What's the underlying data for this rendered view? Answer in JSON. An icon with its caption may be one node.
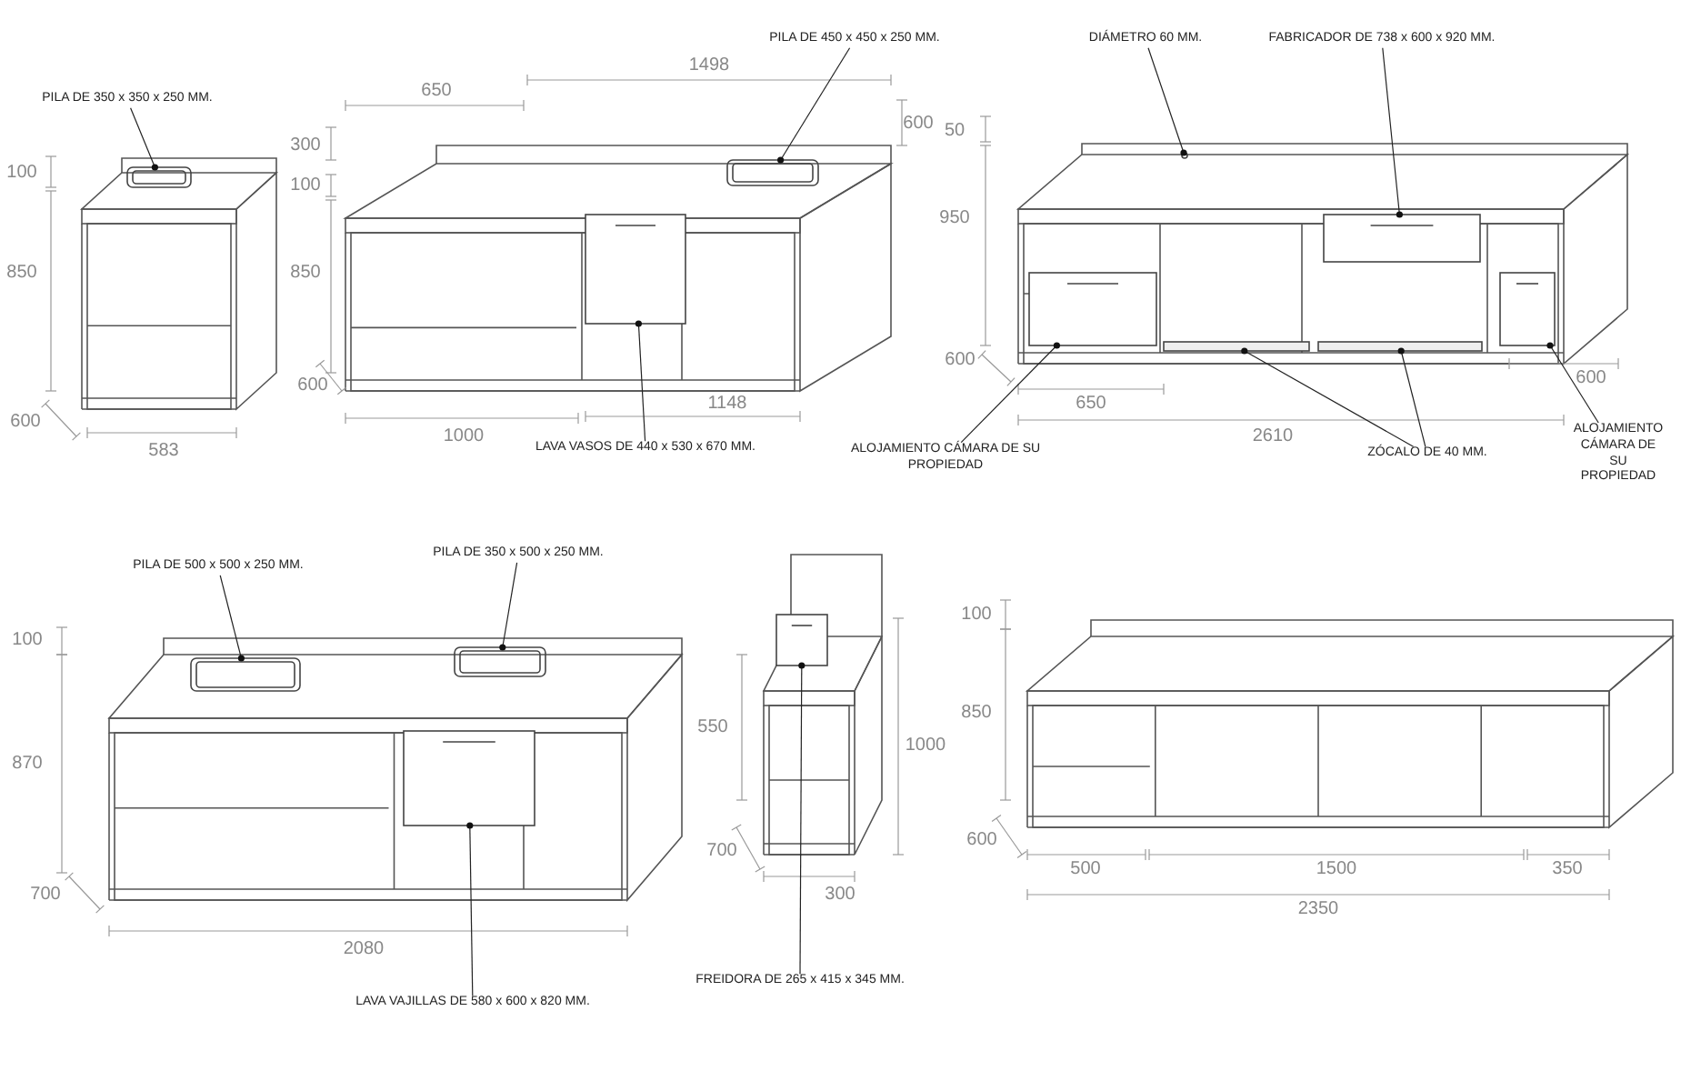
{
  "diagram": {
    "nodes": [
      {
        "text": [
          "PILA DE 350 x 350 x 250 MM."
        ]
      },
      {
        "text": [],
        "shape": "picture"
      },
      {
        "text": [
          "PILA DE 450 x 450 x 250 MM."
        ]
      },
      {
        "text": [],
        "shape": "picture"
      },
      {
        "text": [
          "DIÁMETRO 60 MM."
        ]
      },
      {
        "text": [],
        "shape": "circle"
      },
      {
        "text": [
          "FABRICADOR DE 738 x 600 x 920 MM."
        ]
      },
      {
        "text": [],
        "shape": "box"
      },
      {
        "text": [
          "LAVA VASOS DE 440 x 530 x 670 MM."
        ]
      },
      {
        "text": [],
        "shape": "box"
      },
      {
        "text": [
          "ALOJAMIENTO CÁMARA DE SU PROPIEDAD"
        ]
      },
      {
        "text": [],
        "shape": "box"
      },
      {
        "text": [
          "ZÓCALO DE 40 MM."
        ]
      },
      {
        "text": [],
        "shape": "bar"
      },
      {
        "text": [],
        "shape": "bar"
      },
      {
        "text": [
          "ALOJAMIENTO CÁMARA DE SU PROPIEDAD"
        ]
      },
      {
        "text": [],
        "shape": "box"
      },
      {
        "text": [
          "PILA DE 500 x 500 x 250 MM."
        ]
      },
      {
        "text": [],
        "shape": "picture"
      },
      {
        "text": [
          "PILA DE 350 x 500 x 250 MM."
        ]
      },
      {
        "text": [],
        "shape": "picture"
      },
      {
        "text": [
          "LAVA VAJILLAS DE 580 x 600 x 820 MM."
        ]
      },
      {
        "text": [],
        "shape": "box"
      },
      {
        "text": [
          "FREIDORA DE 265 x 415 x 345 MM."
        ]
      },
      {
        "text": [],
        "shape": "box"
      }
    ],
    "edges": [
      {
        "from": 0,
        "to": 1,
        "arrow": "other"
      },
      {
        "from": 2,
        "to": 3,
        "arrow": "other"
      },
      {
        "from": 4,
        "to": 5,
        "arrow": "other"
      },
      {
        "from": 6,
        "to": 7,
        "arrow": "other"
      },
      {
        "from": 8,
        "to": 9,
        "arrow": "other"
      },
      {
        "from": 10,
        "to": 11,
        "arrow": "other"
      },
      {
        "from": 12,
        "to": 13,
        "arrow": "other"
      },
      {
        "from": 12,
        "to": 14,
        "arrow": "other"
      },
      {
        "from": 15,
        "to": 16,
        "arrow": "other"
      },
      {
        "from": 17,
        "to": 18,
        "arrow": "other"
      },
      {
        "from": 19,
        "to": 20,
        "arrow": "other"
      },
      {
        "from": 21,
        "to": 22,
        "arrow": "other"
      },
      {
        "from": 23,
        "to": 24,
        "arrow": "other"
      }
    ],
    "labels": [
      "100",
      "850",
      "600",
      "583",
      "1498",
      "650",
      "300",
      "100",
      "600",
      "850",
      "600",
      "1000",
      "1148",
      "50",
      "950",
      "600",
      "650",
      "2610",
      "600",
      "100",
      "870",
      "700",
      "2080",
      "550",
      "1000",
      "700",
      "300",
      "100",
      "850",
      "600",
      "500",
      "1500",
      "350",
      "2350"
    ]
  }
}
